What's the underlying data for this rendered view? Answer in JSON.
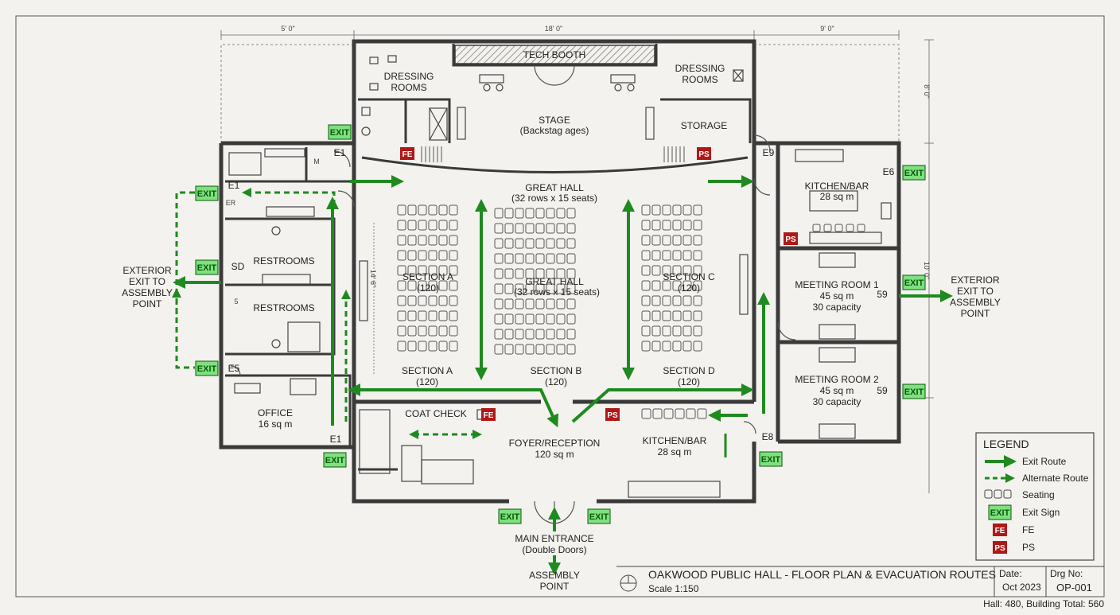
{
  "title_block": {
    "title": "OAKWOOD PUBLIC HALL - FLOOR PLAN & EVACUATION ROUTES",
    "scale": "Scale 1:150",
    "date_label": "Date:",
    "date": "Oct 2023",
    "drg_label": "Drg No:",
    "drg": "OP-001",
    "capacity": "Hall: 480, Building Total: 560"
  },
  "dimensions": {
    "left": "5' 0\"",
    "center": "18' 0\"",
    "right": "9' 0\"",
    "right_top": "8' 0\"",
    "right_mid": "10' 0\"",
    "hall_left": "14' 6\""
  },
  "rooms": {
    "tech_booth": "TECH BOOTH",
    "dressing_left": [
      "DRESSING",
      "ROOMS"
    ],
    "dressing_right": [
      "DRESSING",
      "ROOMS"
    ],
    "stage": [
      "STAGE",
      "(Backstag ages)"
    ],
    "storage": "STORAGE",
    "great_hall_top": [
      "GREAT HALL",
      "(32 rows x 15 seats)"
    ],
    "great_hall_mid": [
      "GREAT HALL",
      "(32 rows x 15 seats)"
    ],
    "section_a_mid": [
      "SECTION A",
      "(120)"
    ],
    "section_c_mid": [
      "SECTION C",
      "(120)"
    ],
    "section_a": [
      "SECTION A",
      "(120)"
    ],
    "section_b": [
      "SECTION B",
      "(120)"
    ],
    "section_d": [
      "SECTION D",
      "(120)"
    ],
    "restrooms_1": "RESTROOMS",
    "restrooms_2": "RESTROOMS",
    "sd": "SD",
    "office": [
      "OFFICE",
      "16 sq m"
    ],
    "kitchen_top": [
      "KITCHEN/BAR",
      "28 sq m"
    ],
    "kitchen_bottom": [
      "KITCHEN/BAR",
      "28 sq m"
    ],
    "meeting_1": [
      "MEETING ROOM 1",
      "45 sq m",
      "30 capacity"
    ],
    "meeting_2": [
      "MEETING ROOM 2",
      "45 sq m",
      "30 capacity"
    ],
    "meeting_num_1": "59",
    "meeting_num_2": "59",
    "coat_check": "COAT CHECK",
    "foyer": [
      "FOYER/RECEPTION",
      "120 sq m"
    ],
    "main_entrance": [
      "MAIN ENTRANCE",
      "(Double Doors)"
    ],
    "assembly_bottom": [
      "ASSEMBLY",
      "POINT"
    ],
    "exterior_left": [
      "EXTERIOR",
      "EXIT TO",
      "ASSEMBLY",
      "POINT"
    ],
    "exterior_right": [
      "EXTERIOR",
      "EXIT TO",
      "ASSEMBLY",
      "POINT"
    ]
  },
  "exit_labels": {
    "e1_top": "E1",
    "e1_left": "E1",
    "e5": "E5",
    "e9": "E9",
    "e6": "E6",
    "e1_bottom": "E1",
    "e8": "E8"
  },
  "small_labels": {
    "m": "M",
    "er": "ER",
    "restroom_5": "5"
  },
  "symbols": {
    "exit": "EXIT",
    "fe": "FE",
    "ps": "PS"
  },
  "legend": {
    "title": "LEGEND",
    "items": [
      "Exit Route",
      "Alternate Route",
      "Seating",
      "Exit Sign",
      "FE",
      "PS"
    ]
  },
  "colors": {
    "route": "#1f8a1f",
    "exit_sign_bg": "#7fe07f",
    "symbol_red": "#b01818",
    "wall": "#3a3a3a"
  }
}
